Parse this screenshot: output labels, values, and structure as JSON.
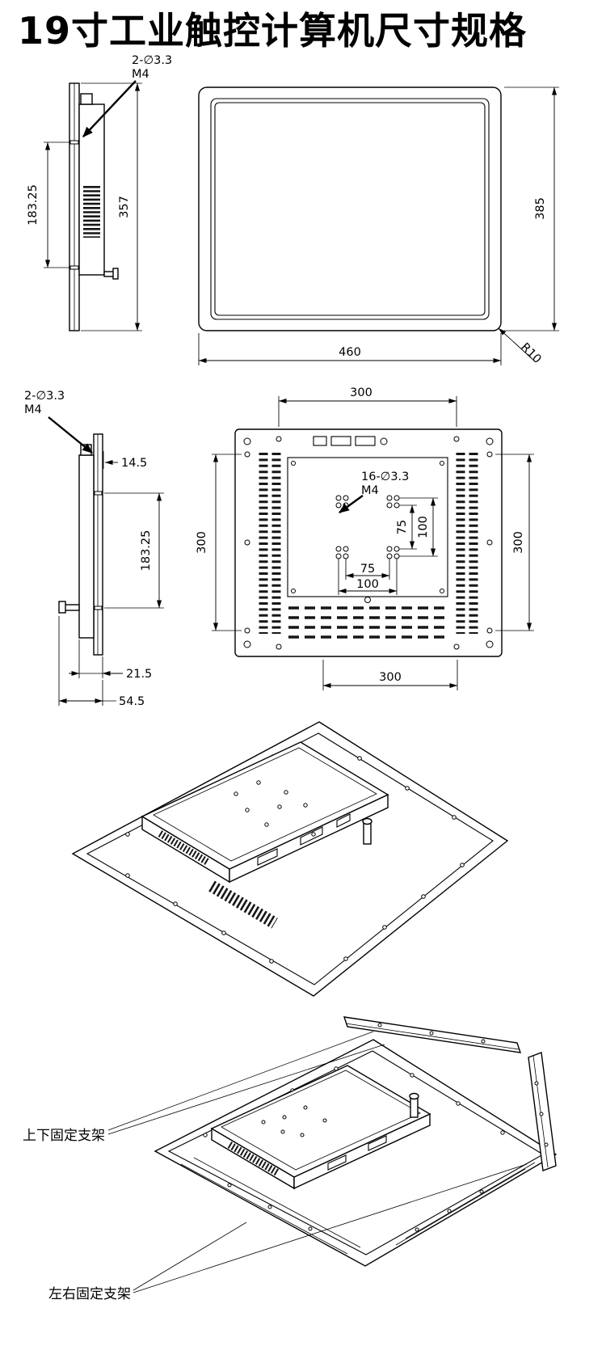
{
  "page": {
    "title": "19寸工业触控计算机尺寸规格"
  },
  "side_view_top": {
    "callout_line1": "2-∅3.3",
    "callout_line2": "M4",
    "dim_hole_spacing": "183.25",
    "dim_overall_height": "357"
  },
  "front_view": {
    "dim_height": "385",
    "dim_width": "460",
    "corner_radius_label": "R10"
  },
  "side_view_mid": {
    "callout_line1": "2-∅3.3",
    "callout_line2": "M4",
    "dim_panel_depth": "14.5",
    "dim_hole_spacing": "183.25",
    "dim_body_depth": "21.5",
    "dim_overall_depth": "54.5"
  },
  "rear_view": {
    "dim_top": "300",
    "dim_left": "300",
    "dim_right": "300",
    "dim_bottom": "300",
    "vesa_callout_line1": "16-∅3.3",
    "vesa_callout_line2": "M4",
    "dim_vesa_75_vertical": "75",
    "dim_vesa_100_vertical": "100",
    "dim_vesa_75_horizontal": "75",
    "dim_vesa_100_horizontal": "100"
  },
  "exploded_view": {
    "label_top_bottom_bracket": "上下固定支架",
    "label_left_right_bracket": "左右固定支架"
  }
}
